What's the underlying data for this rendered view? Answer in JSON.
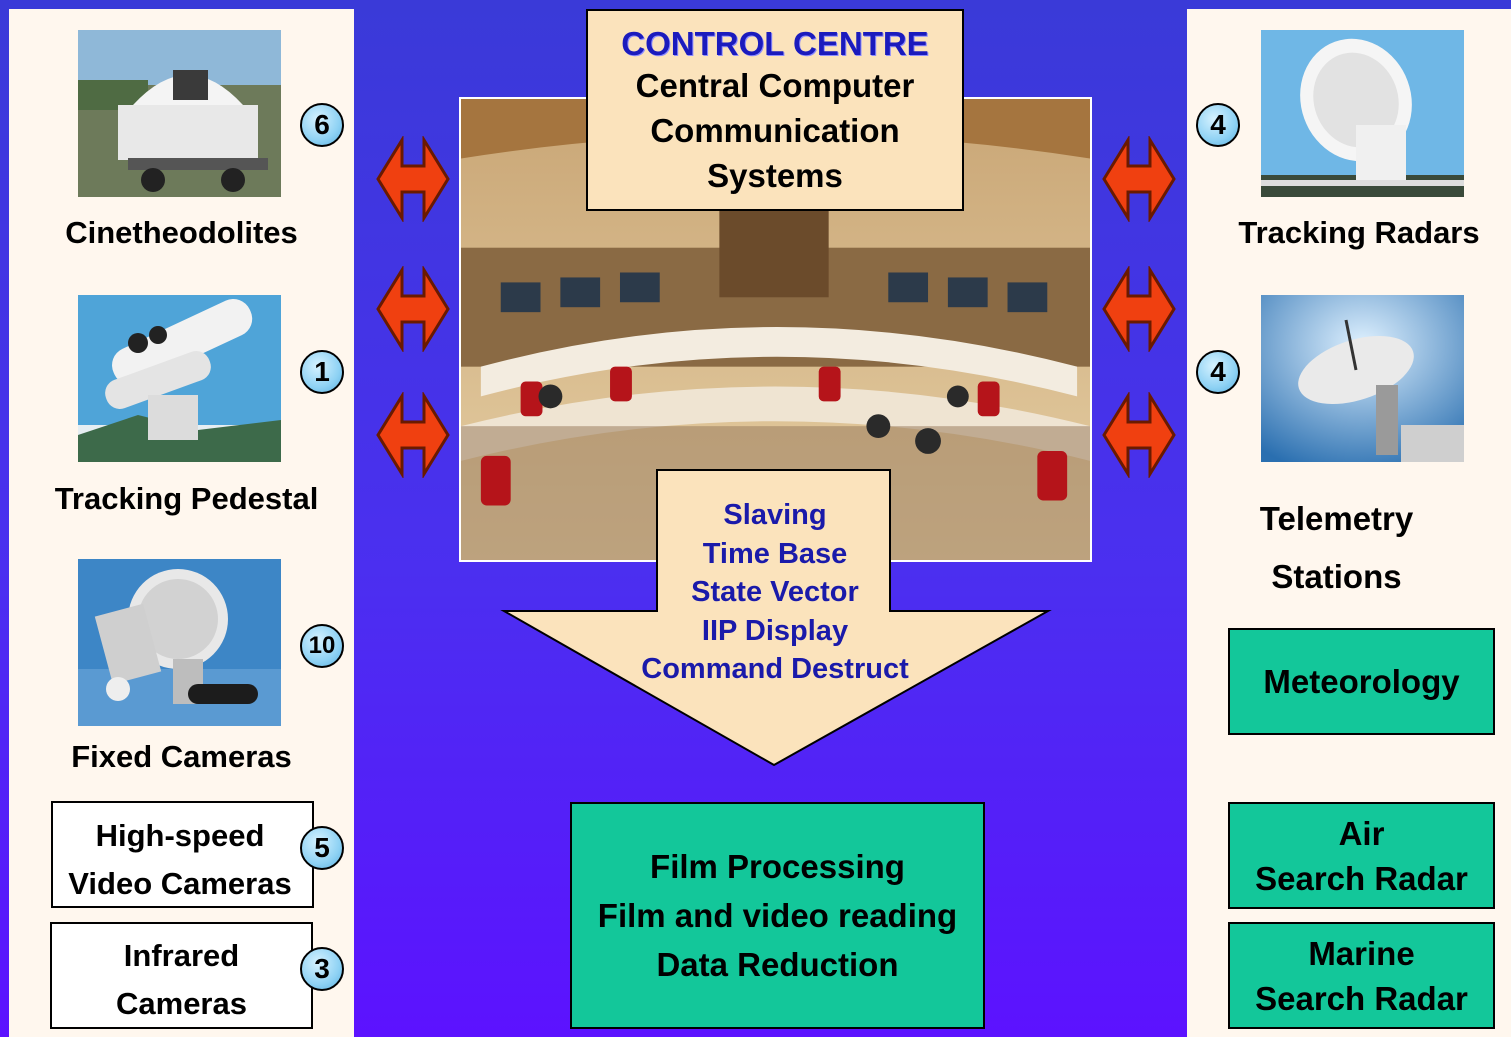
{
  "control_centre": {
    "title": "CONTROL CENTRE",
    "lines": [
      "Central Computer",
      "Communication",
      "Systems"
    ]
  },
  "data_flow": {
    "lines": [
      "Slaving",
      "Time Base",
      "State Vector",
      "IIP Display",
      "Command Destruct"
    ]
  },
  "processing": {
    "lines": [
      "Film Processing",
      "Film and video reading",
      "Data Reduction"
    ]
  },
  "left_instruments": [
    {
      "label": "Cinetheodolites",
      "count": "6"
    },
    {
      "label": "Tracking Pedestal",
      "count": "1"
    },
    {
      "label": "Fixed Cameras",
      "count": "10"
    },
    {
      "label_lines": [
        "High-speed",
        "Video Cameras"
      ],
      "count": "5"
    },
    {
      "label_lines": [
        "Infrared",
        "Cameras"
      ],
      "count": "3"
    }
  ],
  "right_instruments": [
    {
      "label": "Tracking Radars",
      "count": "4"
    },
    {
      "label_lines": [
        "Telemetry",
        "Stations"
      ],
      "count": "4"
    },
    {
      "label": "Meteorology"
    },
    {
      "label_lines": [
        "Air",
        "Search Radar"
      ]
    },
    {
      "label_lines": [
        "Marine",
        "Search Radar"
      ]
    }
  ],
  "colors": {
    "background": "#4b2ff0",
    "panel": "#fff7ee",
    "green_box": "#13c79a",
    "control_box": "#fbe3bc",
    "arrow": "#f04010",
    "badge": "#8fd2f4",
    "title_blue": "#1b1bbd"
  }
}
